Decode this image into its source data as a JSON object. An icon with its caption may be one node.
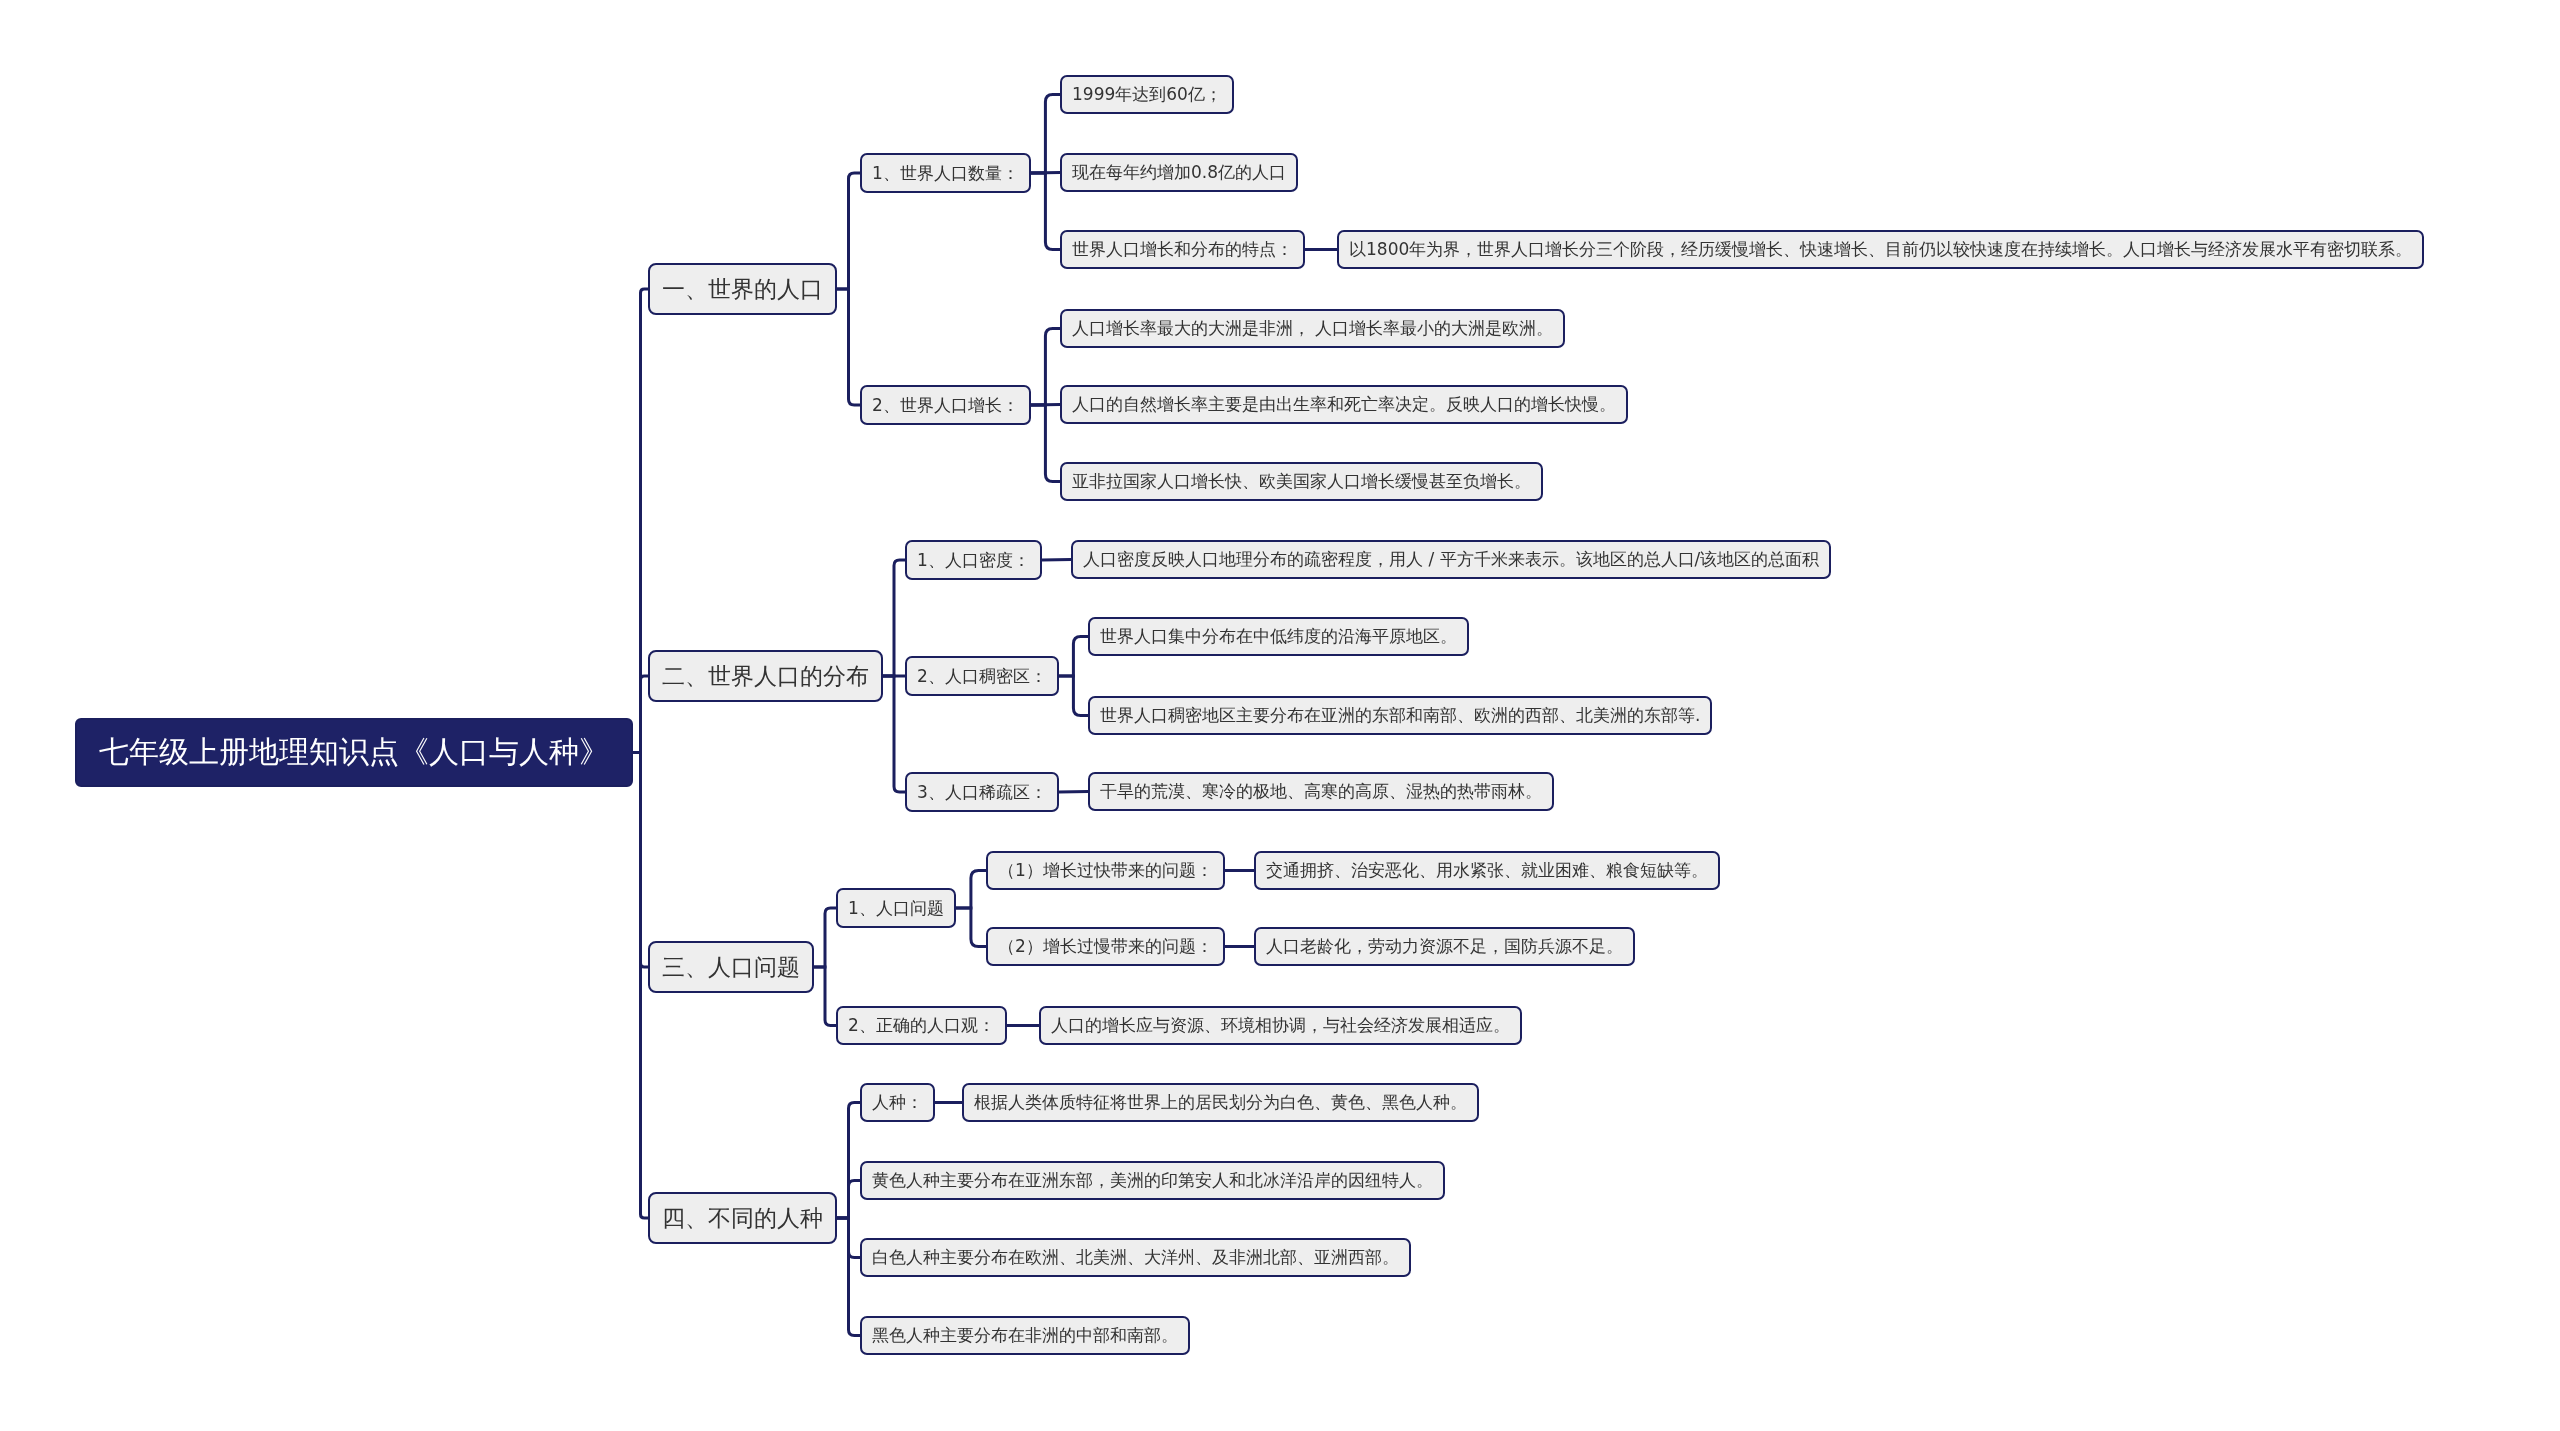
{
  "diagram": {
    "nodes": [
      {
        "text": [
          "七年级上册地理知识点《人口与人种》"
        ]
      },
      {
        "text": [
          "一、世界的人口"
        ]
      },
      {
        "text": [
          "1、世界人口数量："
        ]
      },
      {
        "text": [
          "1999年达到60亿；"
        ]
      },
      {
        "text": [
          "现在每年约增加0.8亿的人口"
        ]
      },
      {
        "text": [
          "世界人口增长和分布的特点："
        ]
      },
      {
        "text": [
          "以1800年为界，世界人口增长分三个阶段，经历缓慢增长、快速增长、目前仍以较快速度在持续增长。人口增长与经济发展水平有密切联系。"
        ]
      },
      {
        "text": [
          "2、世界人口增长："
        ]
      },
      {
        "text": [
          "人口增长率最大的大洲是非洲， 人口增长率最小的大洲是欧洲。"
        ]
      },
      {
        "text": [
          "人口的自然增长率主要是由出生率和死亡率决定。反映人口的增长快慢。"
        ]
      },
      {
        "text": [
          "亚非拉国家人口增长快、欧美国家人口增长缓慢甚至负增长。"
        ]
      },
      {
        "text": [
          "二、世界人口的分布"
        ]
      },
      {
        "text": [
          "1、人口密度："
        ]
      },
      {
        "text": [
          "人口密度反映人口地理分布的疏密程度，用人 / 平方千米来表示。该地区的总人口/该地区的总面积"
        ]
      },
      {
        "text": [
          "2、人口稠密区："
        ]
      },
      {
        "text": [
          "世界人口集中分布在中低纬度的沿海平原地区。"
        ]
      },
      {
        "text": [
          "世界人口稠密地区主要分布在亚洲的东部和南部、欧洲的西部、北美洲的东部等."
        ]
      },
      {
        "text": [
          "3、人口稀疏区："
        ]
      },
      {
        "text": [
          "干旱的荒漠、寒冷的极地、高寒的高原、湿热的热带雨林。"
        ]
      },
      {
        "text": [
          "三、人口问题"
        ]
      },
      {
        "text": [
          "1、人口问题"
        ]
      },
      {
        "text": [
          "（1）增长过快带来的问题："
        ]
      },
      {
        "text": [
          "交通拥挤、治安恶化、用水紧张、就业困难、粮食短缺等。"
        ]
      },
      {
        "text": [
          "（2）增长过慢带来的问题："
        ]
      },
      {
        "text": [
          "人口老龄化，劳动力资源不足，国防兵源不足。"
        ]
      },
      {
        "text": [
          "2、正确的人口观："
        ]
      },
      {
        "text": [
          "人口的增长应与资源、环境相协调，与社会经济发展相适应。"
        ]
      },
      {
        "text": [
          "四、不同的人种"
        ]
      },
      {
        "text": [
          "人种："
        ]
      },
      {
        "text": [
          "根据人类体质特征将世界上的居民划分为白色、黄色、黑色人种。"
        ]
      },
      {
        "text": [
          "黄色人种主要分布在亚洲东部，美洲的印第安人和北冰洋沿岸的因纽特人。"
        ]
      },
      {
        "text": [
          "白色人种主要分布在欧洲、北美洲、大洋州、及非洲北部、亚洲西部。"
        ]
      },
      {
        "text": [
          "黑色人种主要分布在非洲的中部和南部。"
        ]
      }
    ],
    "edges": [
      {
        "from": 0,
        "to": 1,
        "arrow": "none"
      },
      {
        "from": 1,
        "to": 2,
        "arrow": "none"
      },
      {
        "from": 2,
        "to": 3,
        "arrow": "none"
      },
      {
        "from": 2,
        "to": 4,
        "arrow": "none"
      },
      {
        "from": 2,
        "to": 5,
        "arrow": "none"
      },
      {
        "from": 5,
        "to": 6,
        "arrow": "none"
      },
      {
        "from": 1,
        "to": 7,
        "arrow": "none"
      },
      {
        "from": 7,
        "to": 8,
        "arrow": "none"
      },
      {
        "from": 7,
        "to": 9,
        "arrow": "none"
      },
      {
        "from": 7,
        "to": 10,
        "arrow": "none"
      },
      {
        "from": 0,
        "to": 11,
        "arrow": "none"
      },
      {
        "from": 11,
        "to": 12,
        "arrow": "none"
      },
      {
        "from": 12,
        "to": 13,
        "arrow": "none"
      },
      {
        "from": 11,
        "to": 14,
        "arrow": "none"
      },
      {
        "from": 14,
        "to": 15,
        "arrow": "none"
      },
      {
        "from": 14,
        "to": 16,
        "arrow": "none"
      },
      {
        "from": 11,
        "to": 17,
        "arrow": "none"
      },
      {
        "from": 17,
        "to": 18,
        "arrow": "none"
      },
      {
        "from": 0,
        "to": 19,
        "arrow": "none"
      },
      {
        "from": 19,
        "to": 20,
        "arrow": "none"
      },
      {
        "from": 20,
        "to": 21,
        "arrow": "none"
      },
      {
        "from": 21,
        "to": 22,
        "arrow": "none"
      },
      {
        "from": 20,
        "to": 23,
        "arrow": "none"
      },
      {
        "from": 23,
        "to": 24,
        "arrow": "none"
      },
      {
        "from": 19,
        "to": 25,
        "arrow": "none"
      },
      {
        "from": 25,
        "to": 26,
        "arrow": "none"
      },
      {
        "from": 0,
        "to": 27,
        "arrow": "none"
      },
      {
        "from": 27,
        "to": 28,
        "arrow": "none"
      },
      {
        "from": 28,
        "to": 29,
        "arrow": "none"
      },
      {
        "from": 27,
        "to": 30,
        "arrow": "none"
      },
      {
        "from": 27,
        "to": 31,
        "arrow": "none"
      },
      {
        "from": 27,
        "to": 32,
        "arrow": "none"
      }
    ]
  }
}
